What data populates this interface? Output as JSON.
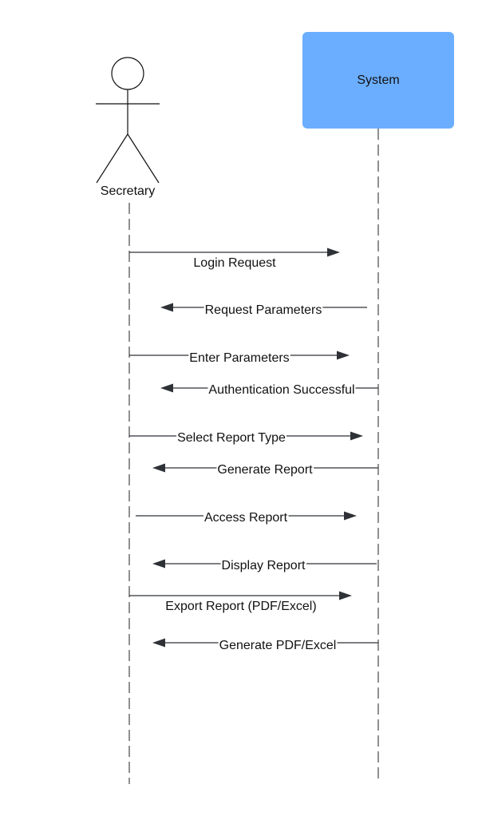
{
  "diagram": {
    "participants": {
      "actor": {
        "label": "Secretary"
      },
      "system": {
        "label": "System",
        "color": "#6BAEFF"
      }
    },
    "messages": [
      {
        "label": "Login Request",
        "direction": "to-system"
      },
      {
        "label": "Request Parameters",
        "direction": "to-actor"
      },
      {
        "label": "Enter Parameters",
        "direction": "to-system"
      },
      {
        "label": "Authentication Successful",
        "direction": "to-actor"
      },
      {
        "label": "Select Report Type",
        "direction": "to-system"
      },
      {
        "label": "Generate Report",
        "direction": "to-actor"
      },
      {
        "label": "Access Report",
        "direction": "to-system"
      },
      {
        "label": "Display Report",
        "direction": "to-actor"
      },
      {
        "label": "Export Report (PDF/Excel)",
        "direction": "to-system"
      },
      {
        "label": "Generate PDF/Excel",
        "direction": "to-actor"
      }
    ]
  }
}
